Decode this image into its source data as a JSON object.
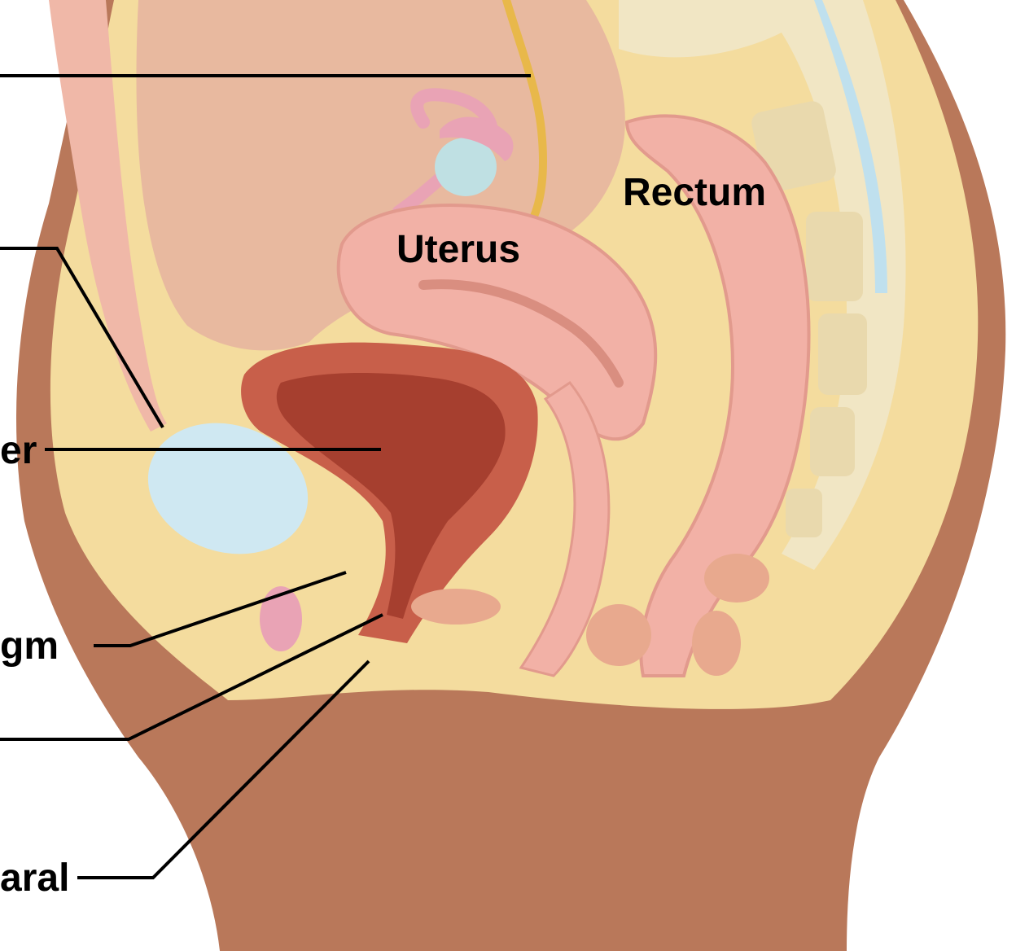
{
  "labels": {
    "uterus": "Uterus",
    "rectum": "Rectum",
    "cut_label_1": "er",
    "cut_label_2": "gm",
    "cut_label_3": "aral"
  },
  "colors": {
    "skin": "#b9785a",
    "skin_dark": "#8f5a3f",
    "fat": "#f4dc9e",
    "organ_pink": "#f2b1a6",
    "bladder_wall": "#c85f4a",
    "bladder_lumen": "#a63f2f",
    "bone": "#f1e6c4",
    "nerve_blue": "#bfe0ee",
    "ureter_yellow": "#e8b84a",
    "leader_line": "#000000"
  }
}
